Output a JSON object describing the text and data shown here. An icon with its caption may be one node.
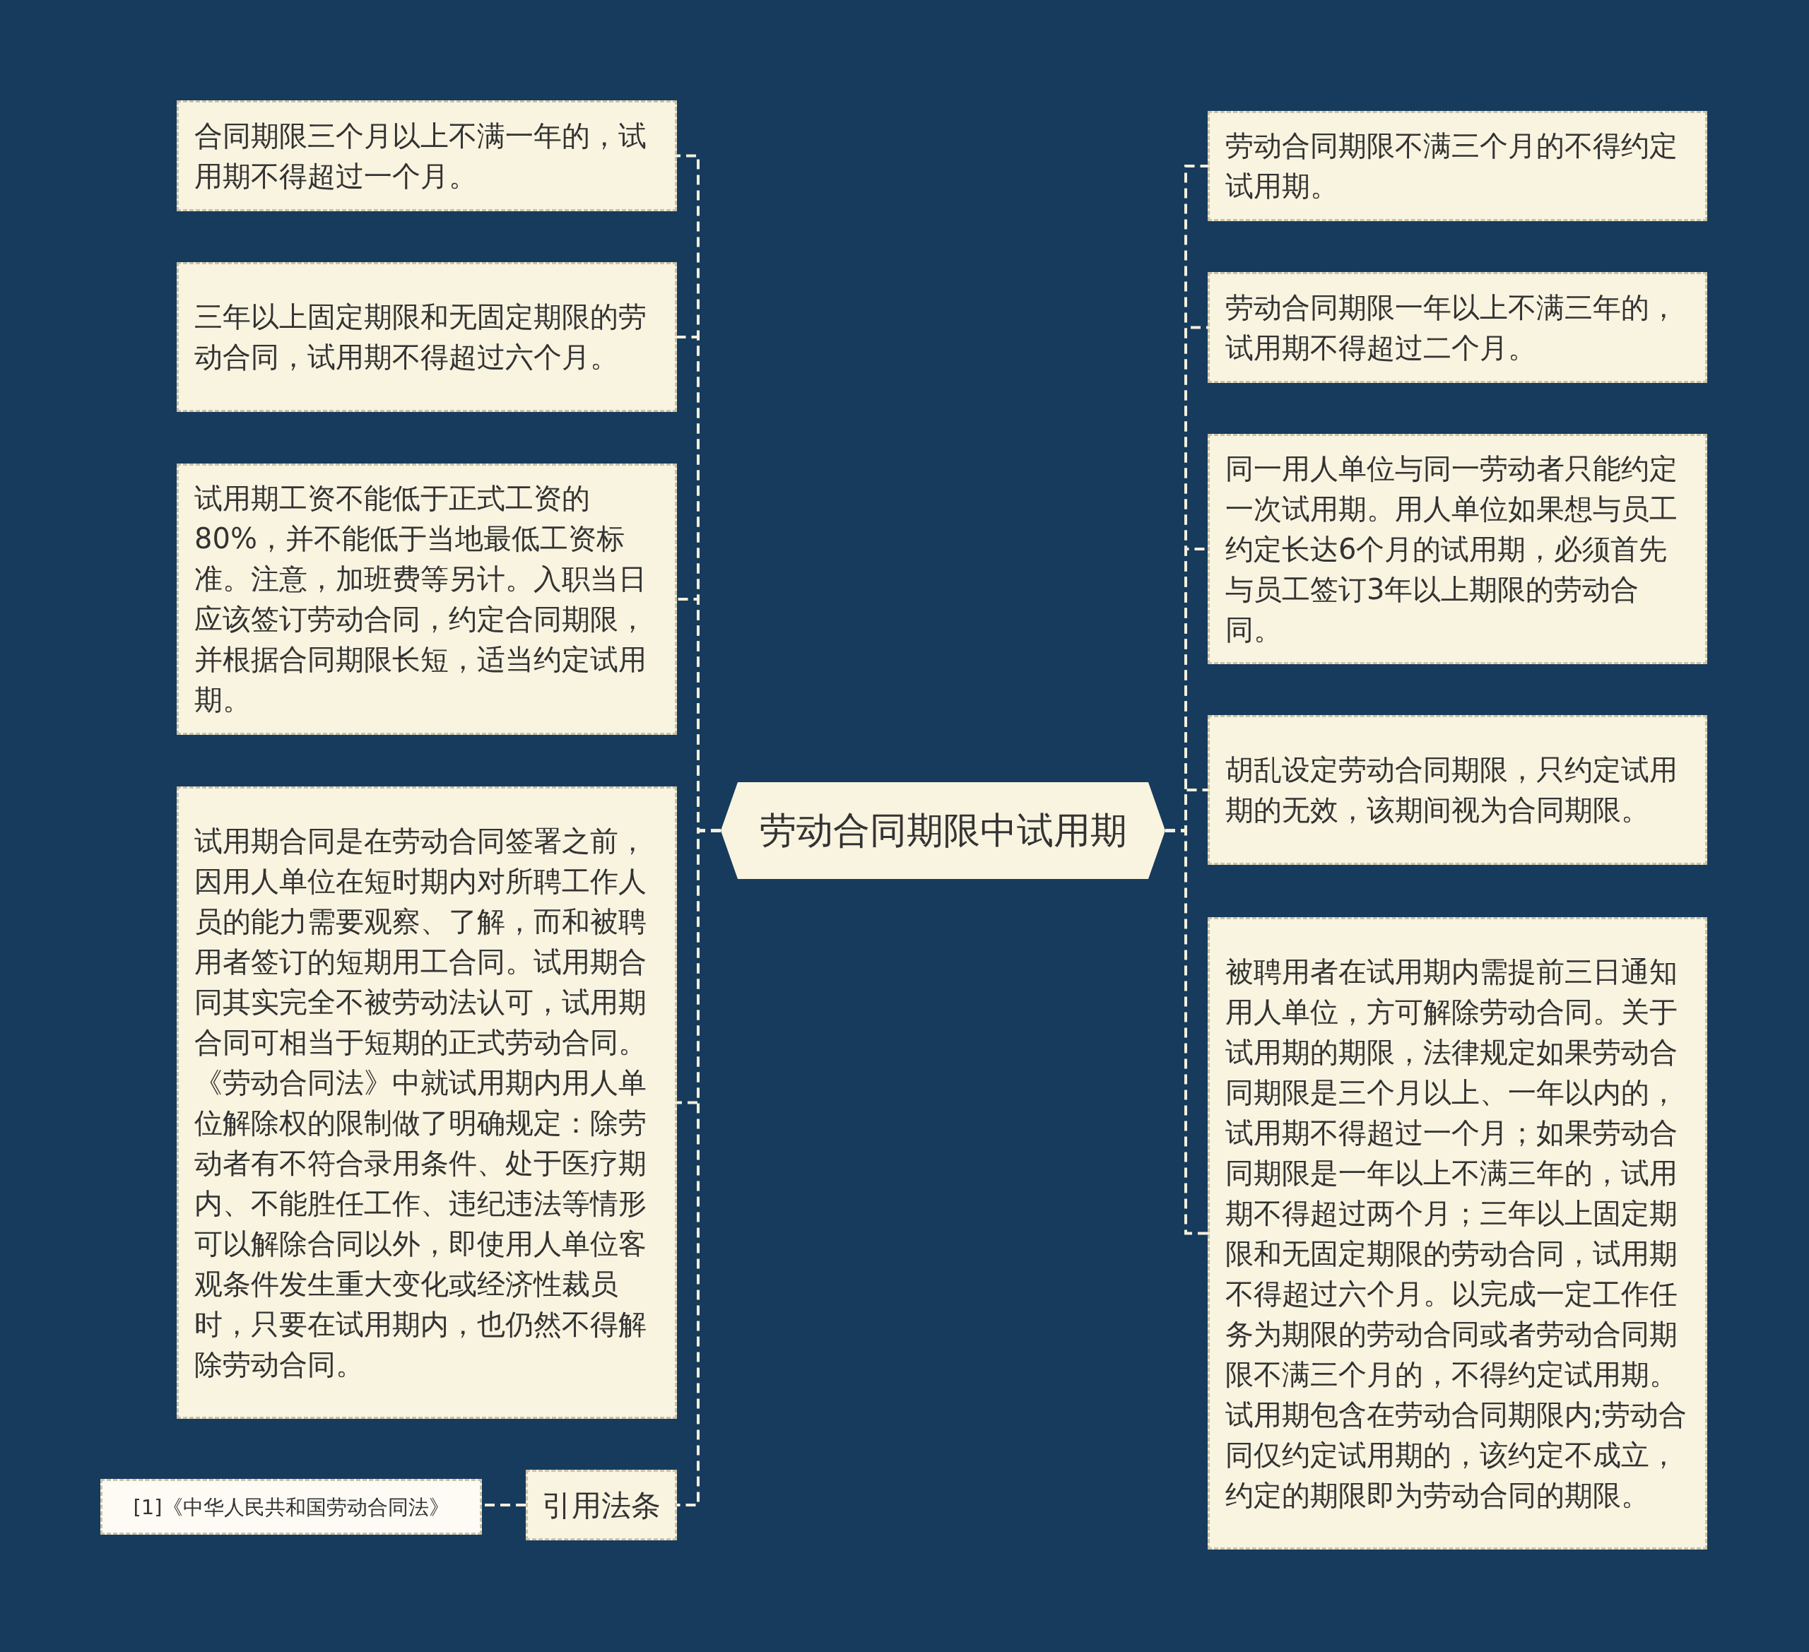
{
  "diagram": {
    "nodes": [
      {
        "text": [
          "劳动合同期限中试用期"
        ]
      },
      {
        "text": [
          "合同期限三个月以上不满一年的，试用期不得超过一个月。"
        ]
      },
      {
        "text": [
          "三年以上固定期限和无固定期限的劳动合同，试用期不得超过六个月。"
        ]
      },
      {
        "text": [
          "试用期工资不能低于正式工资的80%，并不能低于当地最低工资标准。注意，加班费等另计。入职当日应该签订劳动合同，约定合同期限，并根据合同期限长短，适当约定试用期。"
        ]
      },
      {
        "text": [
          "试用期合同是在劳动合同签署之前，因用人单位在短时期内对所聘工作人员的能力需要观察、了解，而和被聘用者签订的短期用工合同。试用期合同其实完全不被劳动法认可，试用期合同可相当于短期的正式劳动合同。《劳动合同法》中就试用期内用人单位解除权的限制做了明确规定：除劳动者有不符合录用条件、处于医疗期内、不能胜任工作、违纪违法等情形可以解除合同以外，即使用人单位客观条件发生重大变化或经济性裁员时，只要在试用期内，也仍然不得解除劳动合同。"
        ]
      },
      {
        "text": [
          "引用法条"
        ]
      },
      {
        "text": [
          "[1]《中华人民共和国劳动合同法》"
        ]
      },
      {
        "text": [
          "劳动合同期限不满三个月的不得约定试用期。"
        ]
      },
      {
        "text": [
          "劳动合同期限一年以上不满三年的，试用期不得超过二个月。"
        ]
      },
      {
        "text": [
          "同一用人单位与同一劳动者只能约定一次试用期。用人单位如果想与员工约定长达6个月的试用期，必须首先与员工签订3年以上期限的劳动合同。"
        ]
      },
      {
        "text": [
          "胡乱设定劳动合同期限，只约定试用期的无效，该期间视为合同期限。"
        ]
      },
      {
        "text": [
          "被聘用者在试用期内需提前三日通知用人单位，方可解除劳动合同。关于试用期的期限，法律规定如果劳动合同期限是三个月以上、一年以内的，试用期不得超过一个月；如果劳动合同期限是一年以上不满三年的，试用期不得超过两个月；三年以上固定期限和无固定期限的劳动合同，试用期不得超过六个月。以完成一定工作任务为期限的劳动合同或者劳动合同期限不满三个月的，不得约定试用期。试用期包含在劳动合同期限内;劳动合同仅约定试用期的，该约定不成立，约定的期限即为劳动合同的期限。"
        ]
      }
    ],
    "edges": [
      {
        "from": 0,
        "to": 1,
        "arrow": "none"
      },
      {
        "from": 0,
        "to": 2,
        "arrow": "none"
      },
      {
        "from": 0,
        "to": 3,
        "arrow": "none"
      },
      {
        "from": 0,
        "to": 4,
        "arrow": "none"
      },
      {
        "from": 0,
        "to": 5,
        "arrow": "none"
      },
      {
        "from": 5,
        "to": 6,
        "arrow": "none"
      },
      {
        "from": 0,
        "to": 7,
        "arrow": "none"
      },
      {
        "from": 0,
        "to": 8,
        "arrow": "none"
      },
      {
        "from": 0,
        "to": 9,
        "arrow": "none"
      },
      {
        "from": 0,
        "to": 10,
        "arrow": "none"
      },
      {
        "from": 0,
        "to": 11,
        "arrow": "none"
      }
    ]
  }
}
